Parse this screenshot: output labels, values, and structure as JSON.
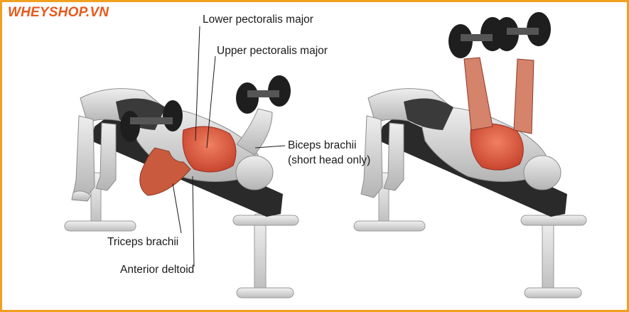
{
  "logo": {
    "text": "WHEYSHOP.VN"
  },
  "labels": {
    "lower_pec": "Lower pectoralis major",
    "upper_pec": "Upper pectoralis major",
    "biceps_line1": "Biceps brachii",
    "biceps_line2": "(short head only)",
    "triceps": "Triceps brachii",
    "anterior_deltoid": "Anterior deltoid"
  },
  "colors": {
    "border": "#f0a020",
    "logo": "#e8581c",
    "muscle_highlight": "#d9533a",
    "skin": "#d6d6d6",
    "bench": "#2b2b2b",
    "frame": "#d2d2d2",
    "dumbbell": "#1e1e1e"
  }
}
